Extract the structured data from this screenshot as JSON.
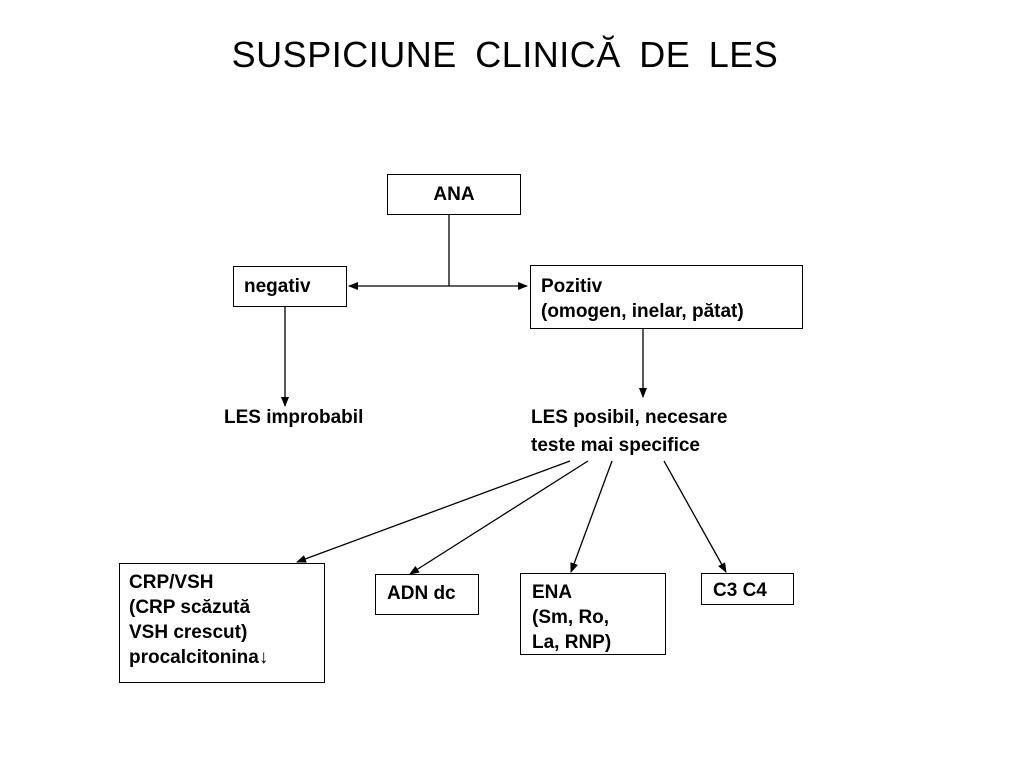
{
  "title": "SUSPICIUNE  CLINICĂ  DE  LES",
  "nodes": {
    "ana": {
      "label": "ANA"
    },
    "negativ": {
      "label": "negativ"
    },
    "pozitiv": {
      "lines": [
        "Pozitiv",
        "(omogen, inelar, pătat)"
      ]
    },
    "les_improbabil": {
      "label": "LES improbabil"
    },
    "les_posibil": {
      "lines": [
        "LES posibil, necesare",
        "teste mai specifice"
      ]
    },
    "crp_vsh": {
      "lines": [
        "CRP/VSH",
        "(CRP scăzută",
        "VSH crescut)",
        "procalcitonina↓"
      ]
    },
    "adn_dc": {
      "label": "ADN dc"
    },
    "ena": {
      "lines": [
        "ENA",
        "(Sm, Ro,",
        "La, RNP)"
      ]
    },
    "c3_c4": {
      "label": "C3 C4"
    }
  }
}
